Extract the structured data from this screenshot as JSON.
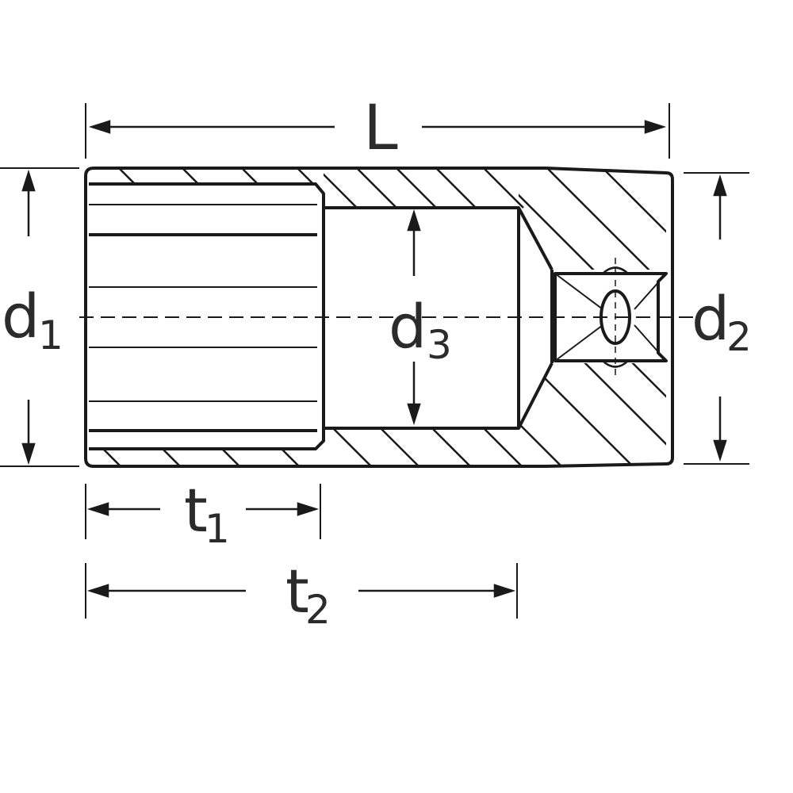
{
  "labels": {
    "length": "L",
    "d1": {
      "base": "d",
      "sub": "1"
    },
    "d2": {
      "base": "d",
      "sub": "2"
    },
    "d3": {
      "base": "d",
      "sub": "3"
    },
    "t1": {
      "base": "t",
      "sub": "1"
    },
    "t2": {
      "base": "t",
      "sub": "2"
    }
  },
  "colors": {
    "stroke": "#1a1a1a",
    "text": "#2b2b2b",
    "background": "#ffffff"
  }
}
